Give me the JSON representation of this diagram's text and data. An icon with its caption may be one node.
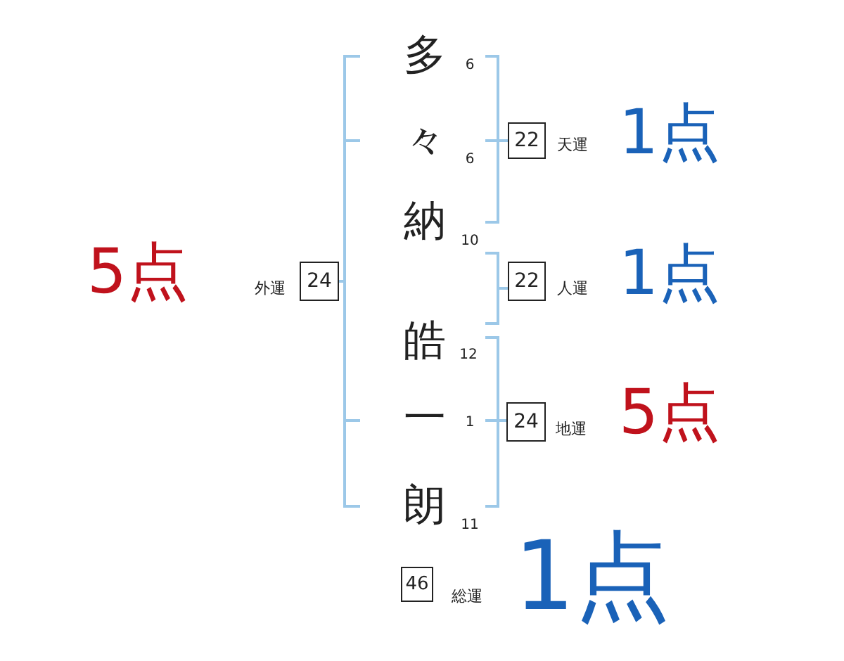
{
  "diagram": {
    "nodes": [
      {
        "text": [
          "24"
        ],
        "beside": [
          "外運",
          "5点"
        ]
      },
      {
        "text": [
          "22"
        ],
        "beside": [
          "天運",
          "1点"
        ]
      },
      {
        "text": [
          "22"
        ],
        "beside": [
          "人運",
          "1点"
        ]
      },
      {
        "text": [
          "24"
        ],
        "beside": [
          "地運",
          "5点"
        ]
      },
      {
        "text": [
          "46"
        ],
        "beside": [
          "総運",
          "1点"
        ]
      }
    ],
    "labels": [
      "多",
      "6",
      "々",
      "6",
      "納",
      "10",
      "皓",
      "12",
      "一",
      "1",
      "朗",
      "11"
    ]
  }
}
